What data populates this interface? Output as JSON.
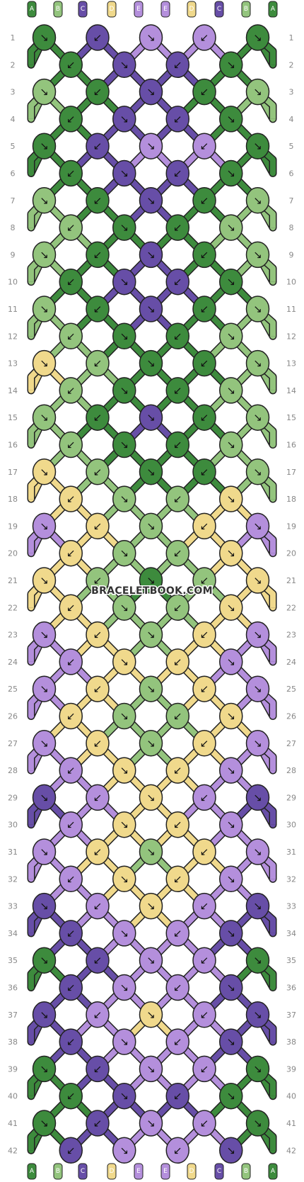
{
  "watermark": "BRACELETBOOK.COM",
  "strand_labels": [
    "A",
    "B",
    "C",
    "D",
    "E",
    "E",
    "D",
    "C",
    "B",
    "A"
  ],
  "strand_colors": {
    "A": "#3d8b3d",
    "B": "#93c47d",
    "C": "#674ea7",
    "D": "#f0d98c",
    "E": "#b48fdc"
  },
  "row_numbers": [
    "1",
    "2",
    "3",
    "4",
    "5",
    "6",
    "7",
    "8",
    "9",
    "10",
    "11",
    "12",
    "13",
    "14",
    "15",
    "16",
    "17",
    "18",
    "19",
    "20",
    "21",
    "22",
    "23",
    "24",
    "25",
    "26",
    "27",
    "28",
    "29",
    "30",
    "31",
    "32",
    "33",
    "34",
    "35",
    "36",
    "37",
    "38",
    "39",
    "40",
    "41",
    "42"
  ],
  "rows": [
    "ACEEA",
    "ACCA",
    "BACAB",
    "ACCA",
    "ACEEA",
    "ACCA",
    "BACAB",
    "BAAB",
    "BACAB",
    "ACCA",
    "BACAB",
    "BAAB",
    "DBAAB",
    "BAAB",
    "BACAB",
    "BAAB",
    "DBAAB",
    "DBBD",
    "EDBDE",
    "DBBD",
    "DBABD",
    "DBBD",
    "EDBDE",
    "EDDE",
    "EDBDE",
    "DBBD",
    "EDBDE",
    "EDDE",
    "CEDEC",
    "EDDE",
    "EDBDE",
    "EDDE",
    "CEDEC",
    "CEEC",
    "ACEEA",
    "CEEC",
    "CEDEC",
    "CEEC",
    "ACEEA",
    "ACCA",
    "ACEEA",
    "CEEC"
  ]
}
